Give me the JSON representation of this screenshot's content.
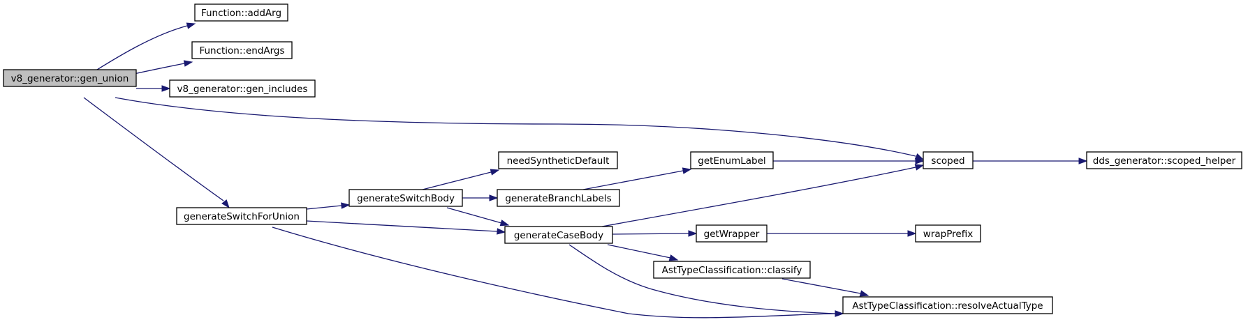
{
  "colors": {
    "edge": "#191970",
    "node_fill": "#ffffff",
    "root_fill": "#bfbfbf",
    "border": "#000000"
  },
  "graph": {
    "root": "gen_union",
    "nodes": [
      {
        "id": "gen_union",
        "label": "v8_generator::gen_union"
      },
      {
        "id": "addArg",
        "label": "Function::addArg"
      },
      {
        "id": "endArgs",
        "label": "Function::endArgs"
      },
      {
        "id": "gen_includes",
        "label": "v8_generator::gen_includes"
      },
      {
        "id": "scoped",
        "label": "scoped"
      },
      {
        "id": "scoped_helper",
        "label": "dds_generator::scoped_helper"
      },
      {
        "id": "generateSwitchForUnion",
        "label": "generateSwitchForUnion"
      },
      {
        "id": "generateSwitchBody",
        "label": "generateSwitchBody"
      },
      {
        "id": "needSyntheticDefault",
        "label": "needSyntheticDefault"
      },
      {
        "id": "generateBranchLabels",
        "label": "generateBranchLabels"
      },
      {
        "id": "getEnumLabel",
        "label": "getEnumLabel"
      },
      {
        "id": "generateCaseBody",
        "label": "generateCaseBody"
      },
      {
        "id": "getWrapper",
        "label": "getWrapper"
      },
      {
        "id": "wrapPrefix",
        "label": "wrapPrefix"
      },
      {
        "id": "classify",
        "label": "AstTypeClassification::classify"
      },
      {
        "id": "resolveActualType",
        "label": "AstTypeClassification::resolveActualType"
      }
    ],
    "edges": [
      {
        "from": "gen_union",
        "to": "addArg"
      },
      {
        "from": "gen_union",
        "to": "endArgs"
      },
      {
        "from": "gen_union",
        "to": "gen_includes"
      },
      {
        "from": "gen_union",
        "to": "scoped"
      },
      {
        "from": "gen_union",
        "to": "generateSwitchForUnion"
      },
      {
        "from": "scoped",
        "to": "scoped_helper"
      },
      {
        "from": "generateSwitchForUnion",
        "to": "generateSwitchBody"
      },
      {
        "from": "generateSwitchForUnion",
        "to": "generateCaseBody"
      },
      {
        "from": "generateSwitchForUnion",
        "to": "resolveActualType"
      },
      {
        "from": "generateSwitchBody",
        "to": "needSyntheticDefault"
      },
      {
        "from": "generateSwitchBody",
        "to": "generateBranchLabels"
      },
      {
        "from": "generateSwitchBody",
        "to": "generateCaseBody"
      },
      {
        "from": "generateBranchLabels",
        "to": "getEnumLabel"
      },
      {
        "from": "getEnumLabel",
        "to": "scoped"
      },
      {
        "from": "generateCaseBody",
        "to": "scoped"
      },
      {
        "from": "generateCaseBody",
        "to": "getWrapper"
      },
      {
        "from": "generateCaseBody",
        "to": "classify"
      },
      {
        "from": "generateCaseBody",
        "to": "resolveActualType"
      },
      {
        "from": "getWrapper",
        "to": "wrapPrefix"
      },
      {
        "from": "classify",
        "to": "resolveActualType"
      }
    ]
  }
}
